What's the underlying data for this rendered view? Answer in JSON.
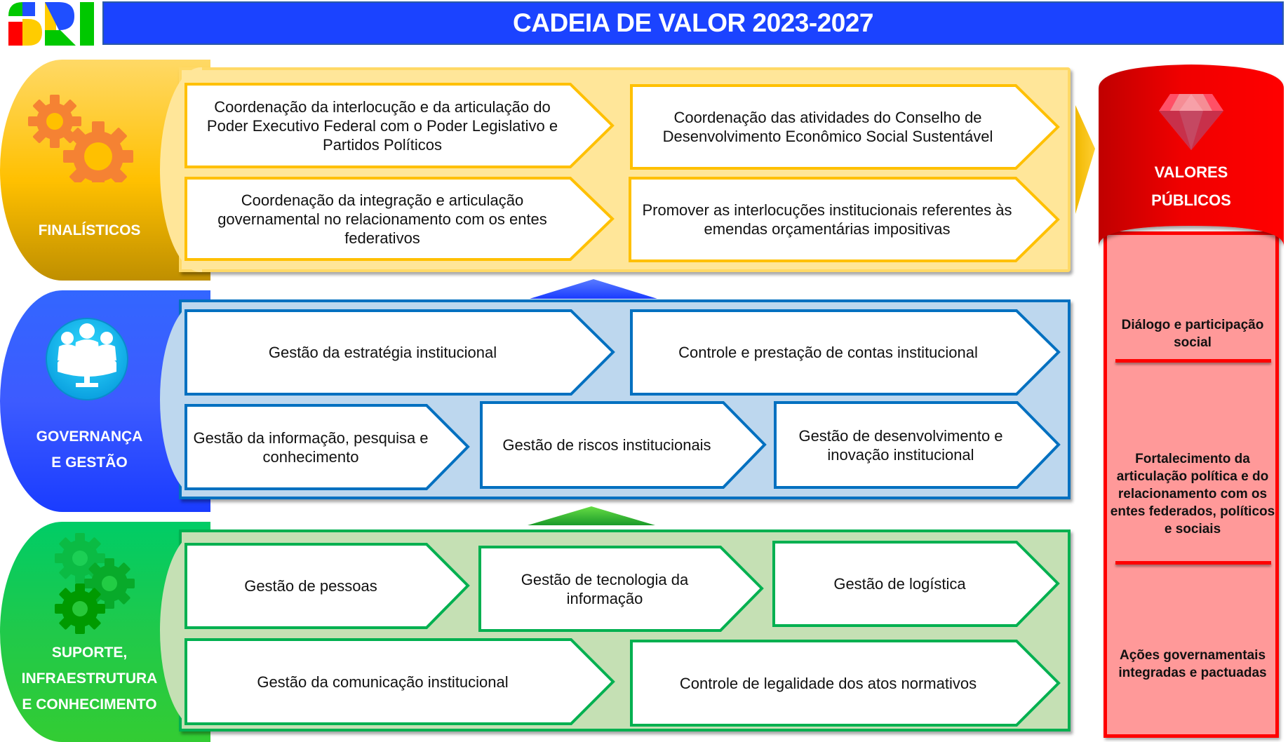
{
  "header": {
    "logo_text": "SRI",
    "title": "CADEIA DE VALOR 2023-2027",
    "color": "#1b43ff"
  },
  "sections": {
    "finalisticos": {
      "label_lines": [
        "FINALÍSTICOS"
      ],
      "icon": "gears-icon",
      "color": "#ffc000",
      "items": [
        "Coordenação da interlocução e da articulação do Poder Executivo Federal com o Poder Legislativo e Partidos Políticos",
        "Coordenação das atividades do Conselho de Desenvolvimento Econômico Social Sustentável",
        "Coordenação da integração e articulação governamental no relacionamento com os entes federativos",
        "Promover as interlocuções institucionais referentes às emendas orçamentárias impositivas"
      ]
    },
    "governanca": {
      "label_lines": [
        "GOVERNANÇA",
        "E GESTÃO"
      ],
      "icon": "meeting-table-icon",
      "color": "#0070c0",
      "items": [
        "Gestão da estratégia institucional",
        "Controle e prestação de contas institucional",
        "Gestão da informação, pesquisa e conhecimento",
        "Gestão de riscos institucionais",
        "Gestão de desenvolvimento e inovação institucional"
      ]
    },
    "suporte": {
      "label_lines": [
        "SUPORTE,",
        "INFRAESTRUTURA",
        "E CONHECIMENTO"
      ],
      "icon": "gears-icon",
      "color": "#00b050",
      "items": [
        "Gestão de pessoas",
        "Gestão de tecnologia da informação",
        "Gestão de logística",
        "Gestão da comunicação institucional",
        "Controle de legalidade dos atos normativos"
      ]
    }
  },
  "values": {
    "title_lines": [
      "VALORES",
      "PÚBLICOS"
    ],
    "icon": "diamond-icon",
    "color": "#ff0000",
    "items": [
      "Diálogo e participação social",
      "Fortalecimento da articulação política e do relacionamento com os entes federados, políticos e sociais",
      "Ações governamentais integradas e pactuadas"
    ]
  }
}
